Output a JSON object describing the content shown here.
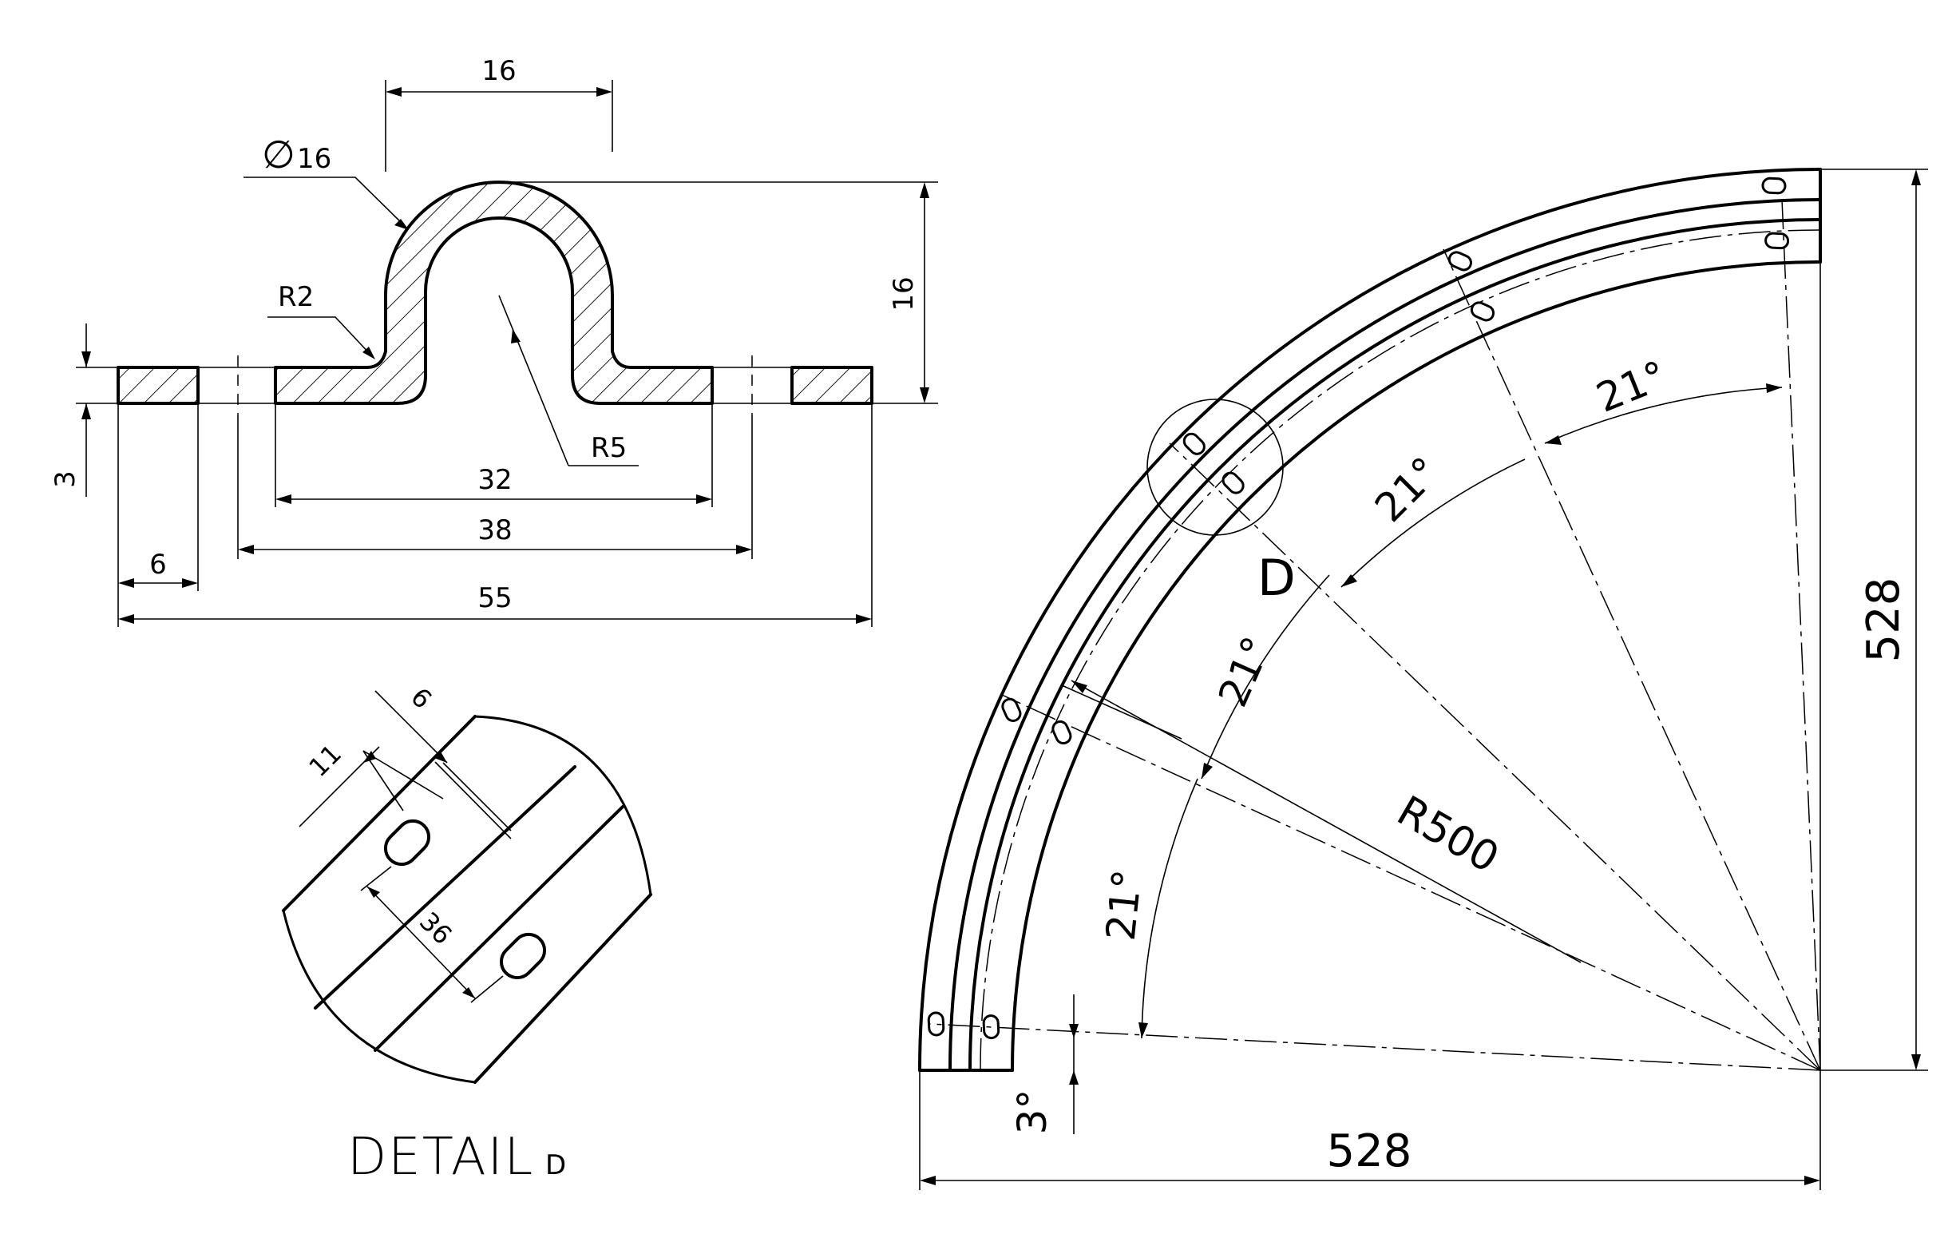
{
  "profile": {
    "dim_top_width": "16",
    "dim_diameter": "16",
    "diameter_symbol": "∅",
    "dim_radius_inner_fillet": "R2",
    "dim_radius_top": "R5",
    "dim_height": "16",
    "dim_thickness": "3",
    "dim_inner_width": "32",
    "dim_hole_spacing": "38",
    "dim_flange_width": "6",
    "dim_overall_width": "55"
  },
  "detail": {
    "title": "DETAIL",
    "suffix": "D",
    "dim_slot_width": "6",
    "dim_slot_length": "11",
    "dim_slot_offset": "36"
  },
  "arc": {
    "detail_marker": "D",
    "dim_radius": "R500",
    "angle_1": "21°",
    "angle_2": "21°",
    "angle_3": "21°",
    "angle_4": "21°",
    "angle_start": "3°",
    "dim_width": "528",
    "dim_height": "528"
  }
}
